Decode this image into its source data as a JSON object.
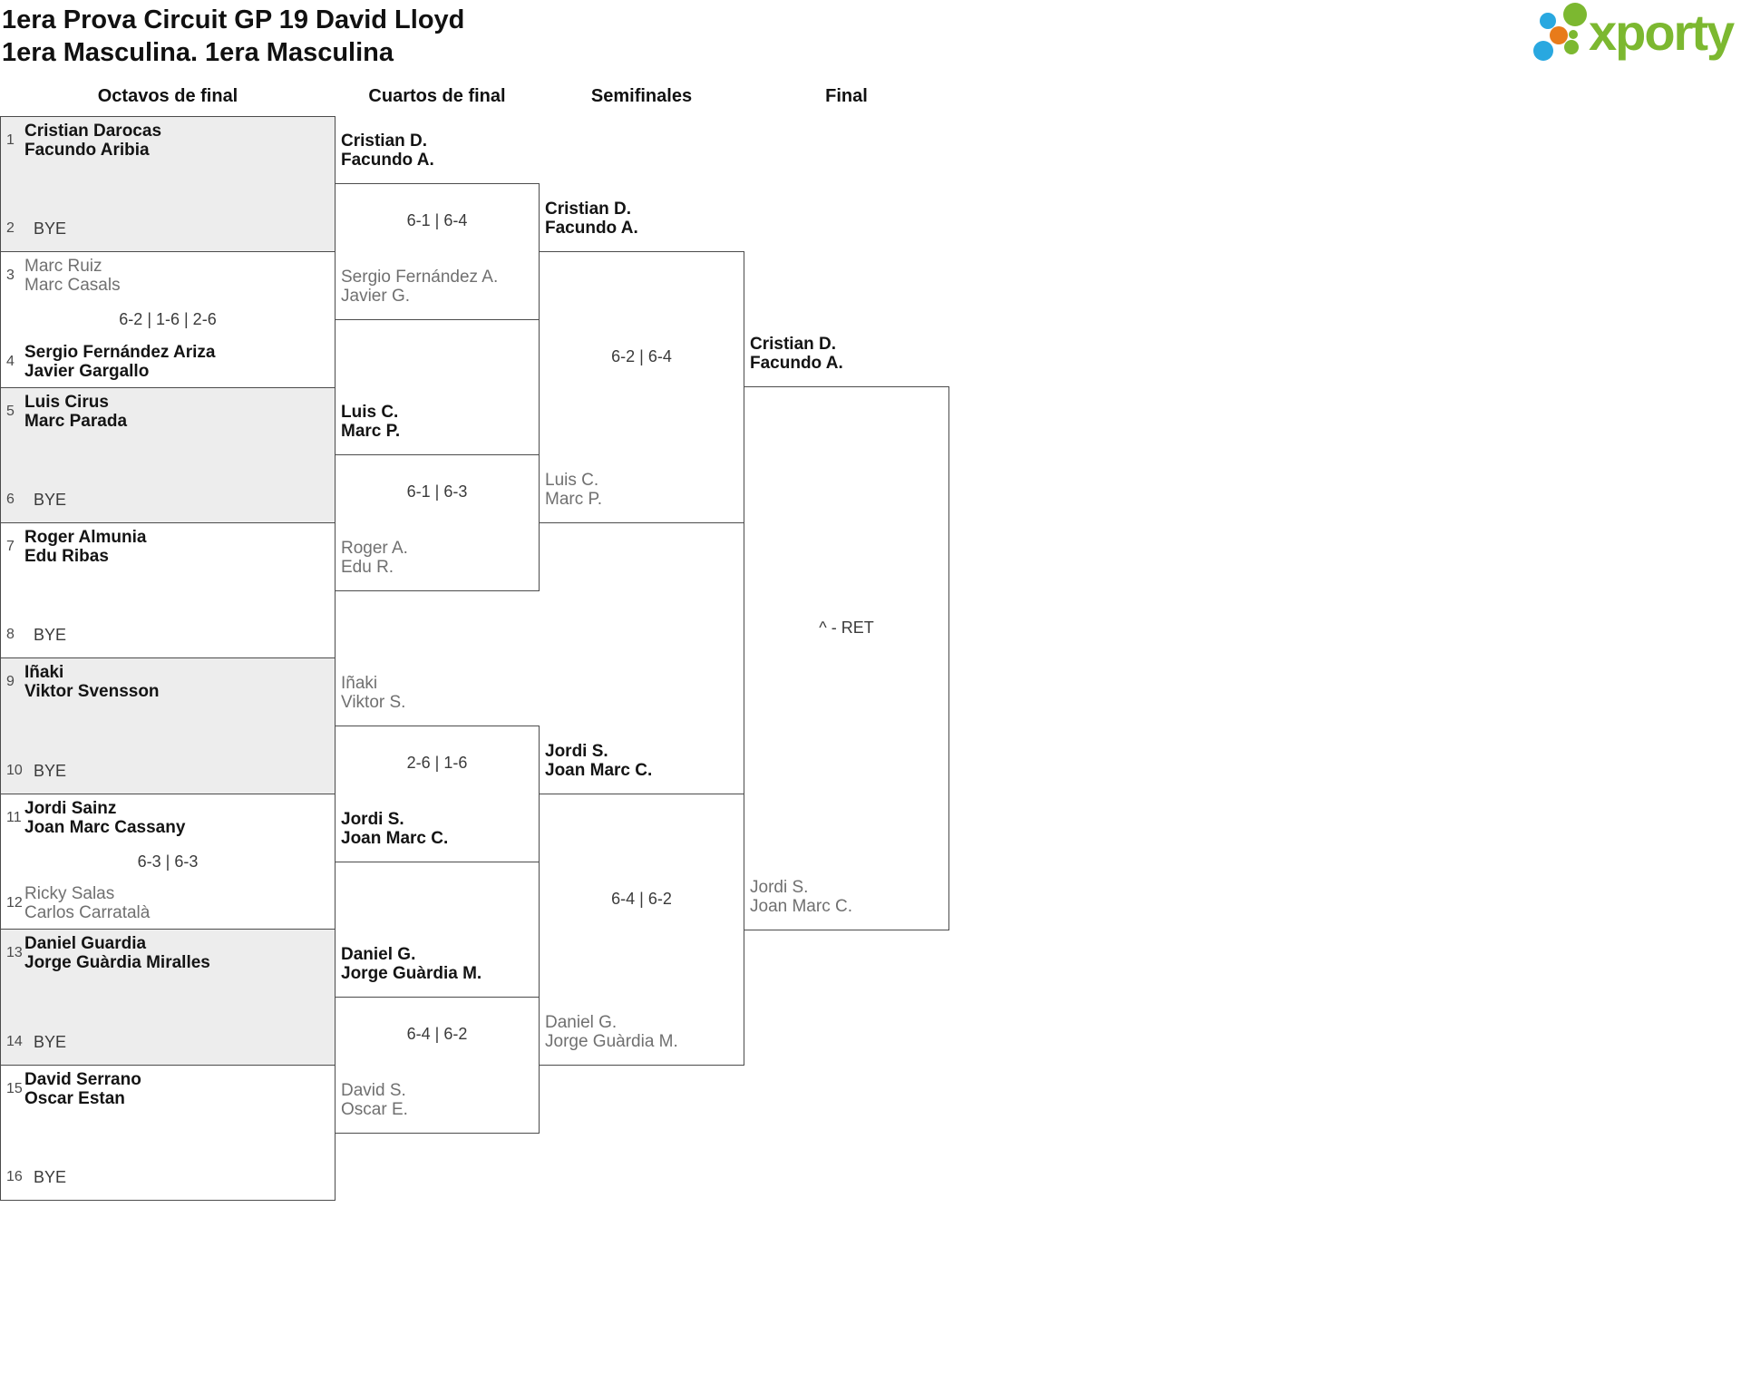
{
  "title": {
    "line1": "1era Prova Circuit GP 19 David Lloyd",
    "line2": "1era Masculina. 1era Masculina"
  },
  "logo": {
    "text": "xporty",
    "green": "#7cb830",
    "blue": "#29a8e0",
    "orange": "#e87b1a"
  },
  "round_headers": [
    "Octavos de final",
    "Cuartos de final",
    "Semifinales",
    "Final"
  ],
  "colors": {
    "border": "#4b4b4b",
    "shaded_box": "#ededed",
    "winner_text": "#141414",
    "loser_text": "#707070",
    "score_text": "#3a3a3a"
  },
  "rounds": {
    "octavos": [
      {
        "seed_a": "1",
        "team_a": [
          "Cristian Darocas",
          "Facundo Aribia"
        ],
        "a_winner": true,
        "score": "",
        "seed_b": "2",
        "team_b": [
          "BYE"
        ],
        "b_winner": false,
        "bye_b": true,
        "shaded": true
      },
      {
        "seed_a": "3",
        "team_a": [
          "Marc Ruiz",
          "Marc Casals"
        ],
        "a_winner": false,
        "score": "6-2 | 1-6 | 2-6",
        "seed_b": "4",
        "team_b": [
          "Sergio Fernández Ariza",
          "Javier Gargallo"
        ],
        "b_winner": true,
        "bye_b": false,
        "shaded": false
      },
      {
        "seed_a": "5",
        "team_a": [
          "Luis Cirus",
          "Marc Parada"
        ],
        "a_winner": true,
        "score": "",
        "seed_b": "6",
        "team_b": [
          "BYE"
        ],
        "b_winner": false,
        "bye_b": true,
        "shaded": true
      },
      {
        "seed_a": "7",
        "team_a": [
          "Roger Almunia",
          "Edu Ribas"
        ],
        "a_winner": true,
        "score": "",
        "seed_b": "8",
        "team_b": [
          "BYE"
        ],
        "b_winner": false,
        "bye_b": true,
        "shaded": false
      },
      {
        "seed_a": "9",
        "team_a": [
          "Iñaki",
          "Viktor Svensson"
        ],
        "a_winner": true,
        "score": "",
        "seed_b": "10",
        "team_b": [
          "BYE"
        ],
        "b_winner": false,
        "bye_b": true,
        "shaded": true
      },
      {
        "seed_a": "11",
        "team_a": [
          "Jordi Sainz",
          "Joan Marc Cassany"
        ],
        "a_winner": true,
        "score": "6-3 | 6-3",
        "seed_b": "12",
        "team_b": [
          "Ricky Salas",
          "Carlos Carratalà"
        ],
        "b_winner": false,
        "bye_b": false,
        "shaded": false
      },
      {
        "seed_a": "13",
        "team_a": [
          "Daniel Guardia",
          "Jorge Guàrdia Miralles"
        ],
        "a_winner": true,
        "score": "",
        "seed_b": "14",
        "team_b": [
          "BYE"
        ],
        "b_winner": false,
        "bye_b": true,
        "shaded": true
      },
      {
        "seed_a": "15",
        "team_a": [
          "David Serrano",
          "Oscar Estan"
        ],
        "a_winner": true,
        "score": "",
        "seed_b": "16",
        "team_b": [
          "BYE"
        ],
        "b_winner": false,
        "bye_b": true,
        "shaded": false
      }
    ],
    "cuartos": [
      {
        "team_a": [
          "Cristian D.",
          "Facundo A."
        ],
        "a_winner": true,
        "score": "6-1 | 6-4",
        "team_b": [
          "Sergio Fernández A.",
          "Javier G."
        ],
        "b_winner": false
      },
      {
        "team_a": [
          "Luis C.",
          "Marc P."
        ],
        "a_winner": true,
        "score": "6-1 | 6-3",
        "team_b": [
          "Roger A.",
          "Edu R."
        ],
        "b_winner": false
      },
      {
        "team_a": [
          "Iñaki",
          "Viktor S."
        ],
        "a_winner": false,
        "score": "2-6 | 1-6",
        "team_b": [
          "Jordi S.",
          "Joan Marc C."
        ],
        "b_winner": true
      },
      {
        "team_a": [
          "Daniel G.",
          "Jorge Guàrdia M."
        ],
        "a_winner": true,
        "score": "6-4 | 6-2",
        "team_b": [
          "David S.",
          "Oscar E."
        ],
        "b_winner": false
      }
    ],
    "semifinales": [
      {
        "team_a": [
          "Cristian D.",
          "Facundo A."
        ],
        "a_winner": true,
        "score": "6-2 | 6-4",
        "team_b": [
          "Luis C.",
          "Marc P."
        ],
        "b_winner": false
      },
      {
        "team_a": [
          "Jordi S.",
          "Joan Marc C."
        ],
        "a_winner": true,
        "score": "6-4 | 6-2",
        "team_b": [
          "Daniel G.",
          "Jorge Guàrdia M."
        ],
        "b_winner": false
      }
    ],
    "final": [
      {
        "team_a": [
          "Cristian D.",
          "Facundo A."
        ],
        "a_winner": true,
        "score": "^ - RET",
        "team_b": [
          "Jordi S.",
          "Joan Marc C."
        ],
        "b_winner": false
      }
    ]
  }
}
